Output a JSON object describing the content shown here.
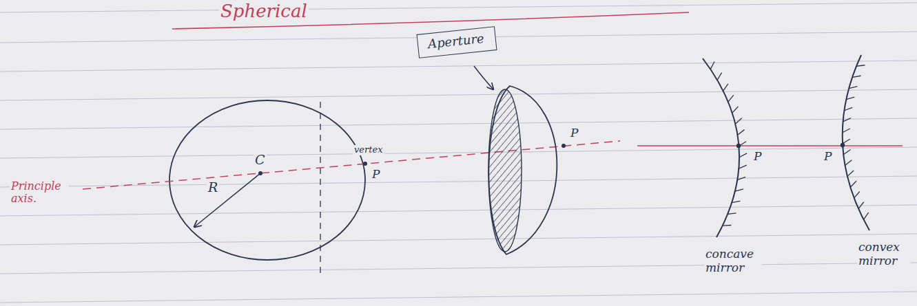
{
  "diagram": {
    "title": "Spherical",
    "nodes": [
      {
        "text": [
          "Aperture"
        ]
      }
    ],
    "labels": [
      "Principle axis.",
      "R",
      "C",
      "vertex",
      "P",
      "P",
      "P",
      "P",
      "concave mirror",
      "convex mirror"
    ]
  }
}
